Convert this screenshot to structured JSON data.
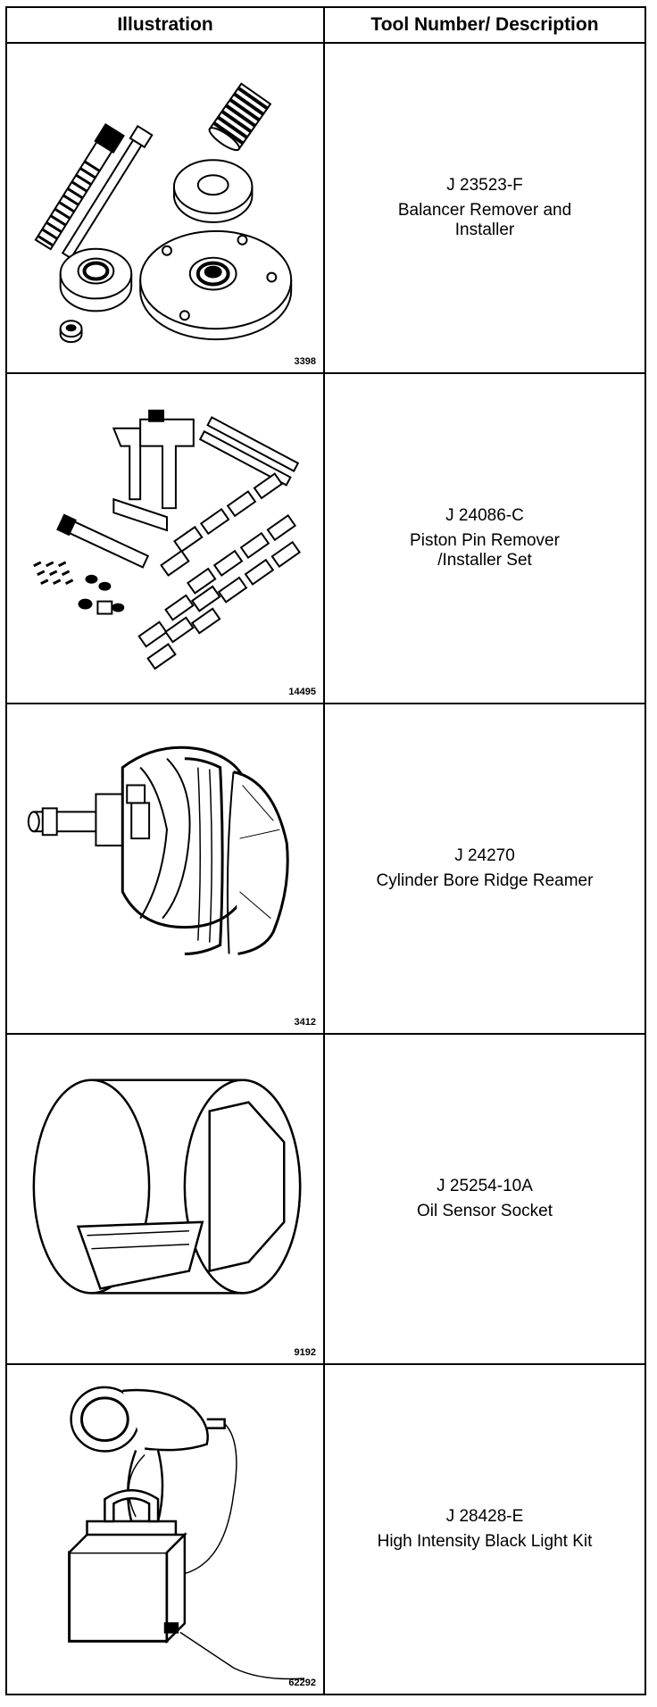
{
  "table": {
    "headers": {
      "illustration": "Illustration",
      "description": "Tool Number/ Description"
    },
    "rows": [
      {
        "figure_number": "3398",
        "tool_number": "J 23523-F",
        "description": "Balancer Remover and\nInstaller",
        "icon": "balancer-remover-installer-icon"
      },
      {
        "figure_number": "14495",
        "tool_number": "J 24086-C",
        "description": "Piston Pin Remover\n/Installer Set",
        "icon": "piston-pin-remover-installer-icon"
      },
      {
        "figure_number": "3412",
        "tool_number": "J 24270",
        "description": "Cylinder Bore Ridge Reamer",
        "icon": "ridge-reamer-icon"
      },
      {
        "figure_number": "9192",
        "tool_number": "J 25254-10A",
        "description": "Oil Sensor Socket",
        "icon": "oil-sensor-socket-icon"
      },
      {
        "figure_number": "62292",
        "tool_number": "J 28428-E",
        "description": "High Intensity Black Light Kit",
        "icon": "black-light-kit-icon"
      }
    ]
  }
}
